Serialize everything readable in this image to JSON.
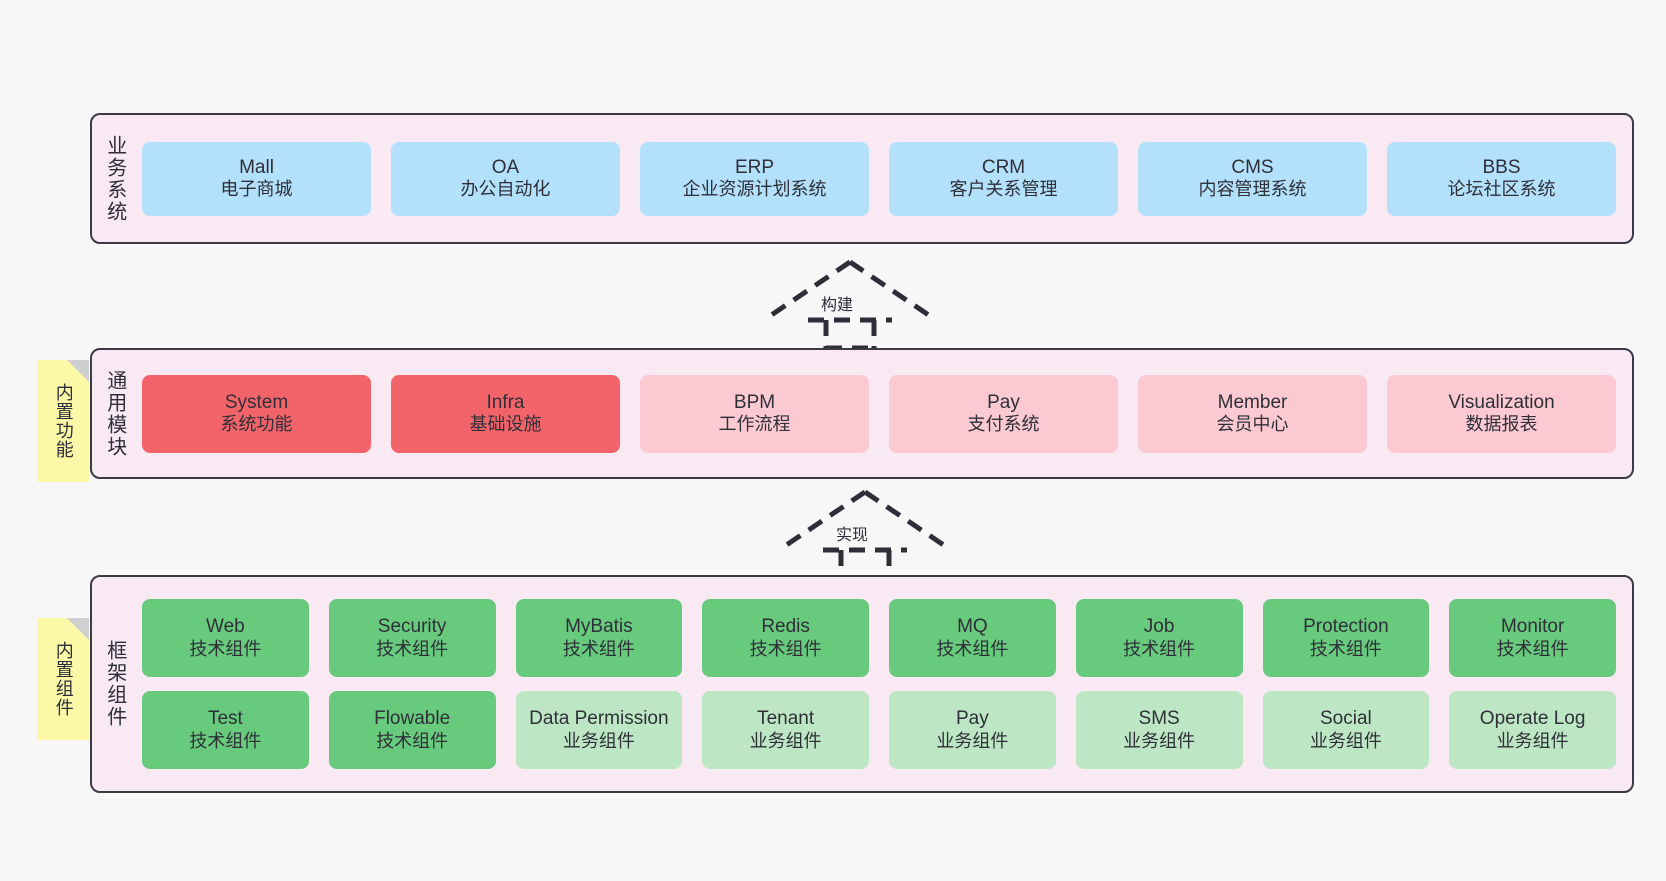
{
  "diagram": {
    "layers": [
      {
        "id": "business",
        "title": "业务系统",
        "rows": [
          {
            "cells": [
              {
                "en": "Mall",
                "cn": "电子商城",
                "color": "#b3e0fb"
              },
              {
                "en": "OA",
                "cn": "办公自动化",
                "color": "#b3e0fb"
              },
              {
                "en": "ERP",
                "cn": "企业资源计划系统",
                "color": "#b3e0fb"
              },
              {
                "en": "CRM",
                "cn": "客户关系管理",
                "color": "#b3e0fb"
              },
              {
                "en": "CMS",
                "cn": "内容管理系统",
                "color": "#b3e0fb"
              },
              {
                "en": "BBS",
                "cn": "论坛社区系统",
                "color": "#b3e0fb"
              }
            ]
          }
        ]
      },
      {
        "id": "common",
        "title": "通用模块",
        "rows": [
          {
            "cells": [
              {
                "en": "System",
                "cn": "系统功能",
                "color": "#f3646a"
              },
              {
                "en": "Infra",
                "cn": "基础设施",
                "color": "#f3646a"
              },
              {
                "en": "BPM",
                "cn": "工作流程",
                "color": "#fbc9d2"
              },
              {
                "en": "Pay",
                "cn": "支付系统",
                "color": "#fbc9d2"
              },
              {
                "en": "Member",
                "cn": "会员中心",
                "color": "#fbc9d2"
              },
              {
                "en": "Visualization",
                "cn": "数据报表",
                "color": "#fbc9d2"
              }
            ]
          }
        ]
      },
      {
        "id": "framework",
        "title": "框架组件",
        "rows": [
          {
            "cells": [
              {
                "en": "Web",
                "cn": "技术组件",
                "color": "#67ca7d"
              },
              {
                "en": "Security",
                "cn": "技术组件",
                "color": "#67ca7d"
              },
              {
                "en": "MyBatis",
                "cn": "技术组件",
                "color": "#67ca7d"
              },
              {
                "en": "Redis",
                "cn": "技术组件",
                "color": "#67ca7d"
              },
              {
                "en": "MQ",
                "cn": "技术组件",
                "color": "#67ca7d"
              },
              {
                "en": "Job",
                "cn": "技术组件",
                "color": "#67ca7d"
              },
              {
                "en": "Protection",
                "cn": "技术组件",
                "color": "#67ca7d"
              },
              {
                "en": "Monitor",
                "cn": "技术组件",
                "color": "#67ca7d"
              }
            ]
          },
          {
            "cells": [
              {
                "en": "Test",
                "cn": "技术组件",
                "color": "#67ca7d"
              },
              {
                "en": "Flowable",
                "cn": "技术组件",
                "color": "#67ca7d"
              },
              {
                "en": "Data Permission",
                "cn": "业务组件",
                "color": "#bde7c4"
              },
              {
                "en": "Tenant",
                "cn": "业务组件",
                "color": "#bde7c4"
              },
              {
                "en": "Pay",
                "cn": "业务组件",
                "color": "#bde7c4"
              },
              {
                "en": "SMS",
                "cn": "业务组件",
                "color": "#bde7c4"
              },
              {
                "en": "Social",
                "cn": "业务组件",
                "color": "#bde7c4"
              },
              {
                "en": "Operate Log",
                "cn": "业务组件",
                "color": "#bde7c4"
              }
            ]
          }
        ]
      }
    ],
    "stickies": [
      {
        "id": "common",
        "text": "内置功能"
      },
      {
        "id": "framework",
        "text": "内置组件"
      }
    ],
    "arrows": [
      {
        "id": "build",
        "label": "构建"
      },
      {
        "id": "impl",
        "label": "实现"
      }
    ]
  }
}
